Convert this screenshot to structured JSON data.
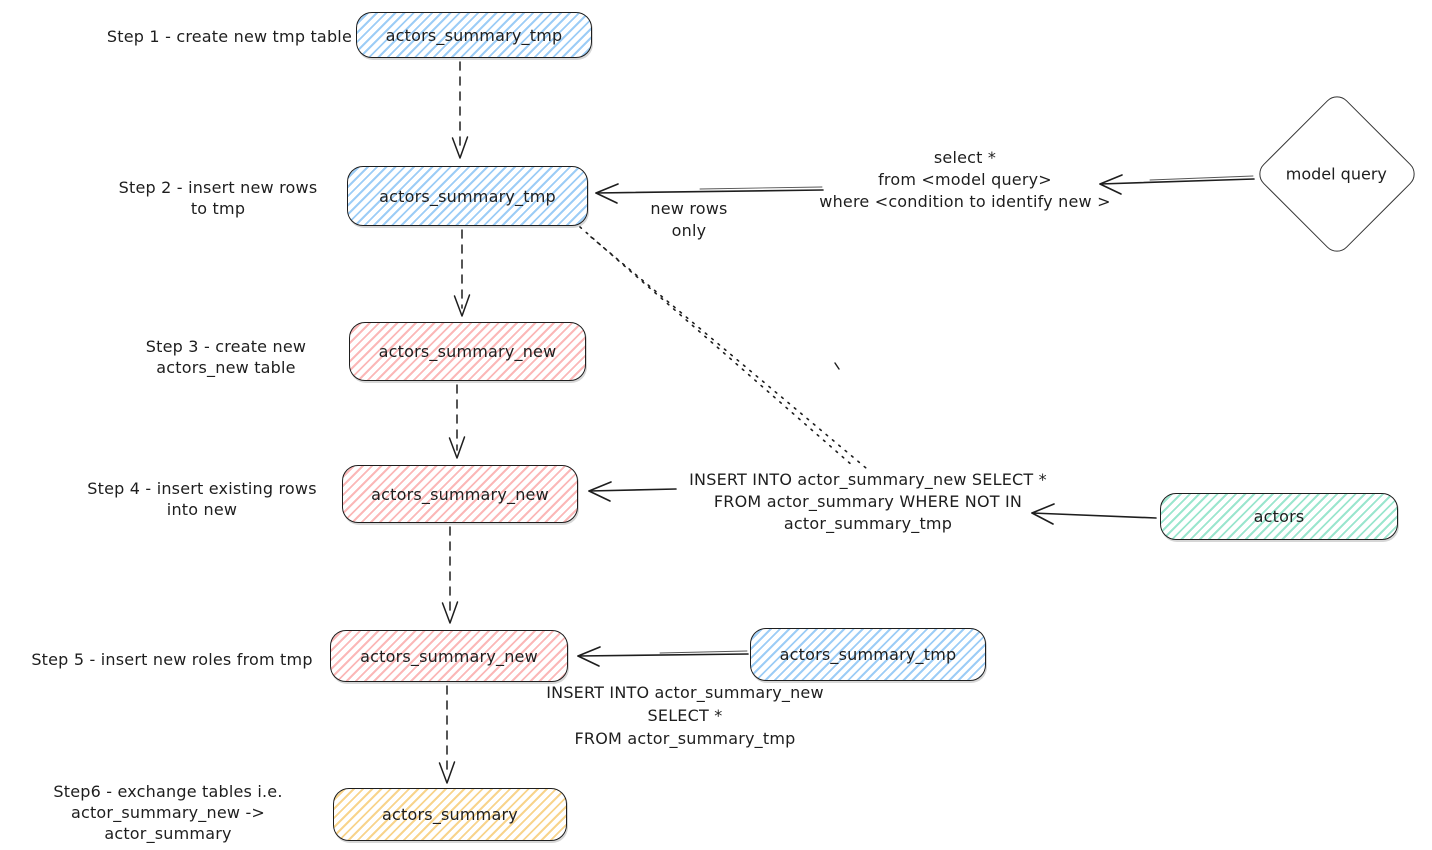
{
  "diagram_type": "flowchart",
  "colors": {
    "stroke": "#1e1e1e",
    "node_blue": "#a5d8ff",
    "node_red": "#ffc9c9",
    "node_teal": "#96e8cf",
    "node_yellow": "#f7cd78",
    "background": "#ffffff"
  },
  "steps": [
    {
      "label1": "Step 1 - create new tmp table",
      "label2": "",
      "node": "actors_summary_tmp"
    },
    {
      "label1": "Step 2 - insert new rows",
      "label2": "to tmp",
      "node": "actors_summary_tmp"
    },
    {
      "label1": "Step 3 - create new",
      "label2": "actors_new table",
      "node": "actors_summary_new"
    },
    {
      "label1": "Step 4 - insert existing rows",
      "label2": "into new",
      "node": "actors_summary_new"
    },
    {
      "label1": "Step 5 - insert new roles from tmp",
      "label2": "",
      "node": "actors_summary_new"
    },
    {
      "label1": "Step6 - exchange tables i.e.",
      "label2": "actor_summary_new -> actor_summary",
      "node": "actors_summary"
    }
  ],
  "nodes": {
    "model_query": "model query",
    "actors": "actors",
    "tmp_source": "actors_summary_tmp"
  },
  "annotations": {
    "new_rows_only": "new rows only",
    "select_query": {
      "line1": "select *",
      "line2": "from <model query>",
      "line3": "where <condition to identify new >"
    },
    "insert_existing": {
      "line1": "INSERT INTO actor_summary_new SELECT *",
      "line2": "FROM actor_summary WHERE NOT IN",
      "line3": "actor_summary_tmp"
    },
    "insert_new": {
      "line1": "INSERT INTO actor_summary_new",
      "line2": "SELECT *",
      "line3": "FROM actor_summary_tmp"
    }
  }
}
